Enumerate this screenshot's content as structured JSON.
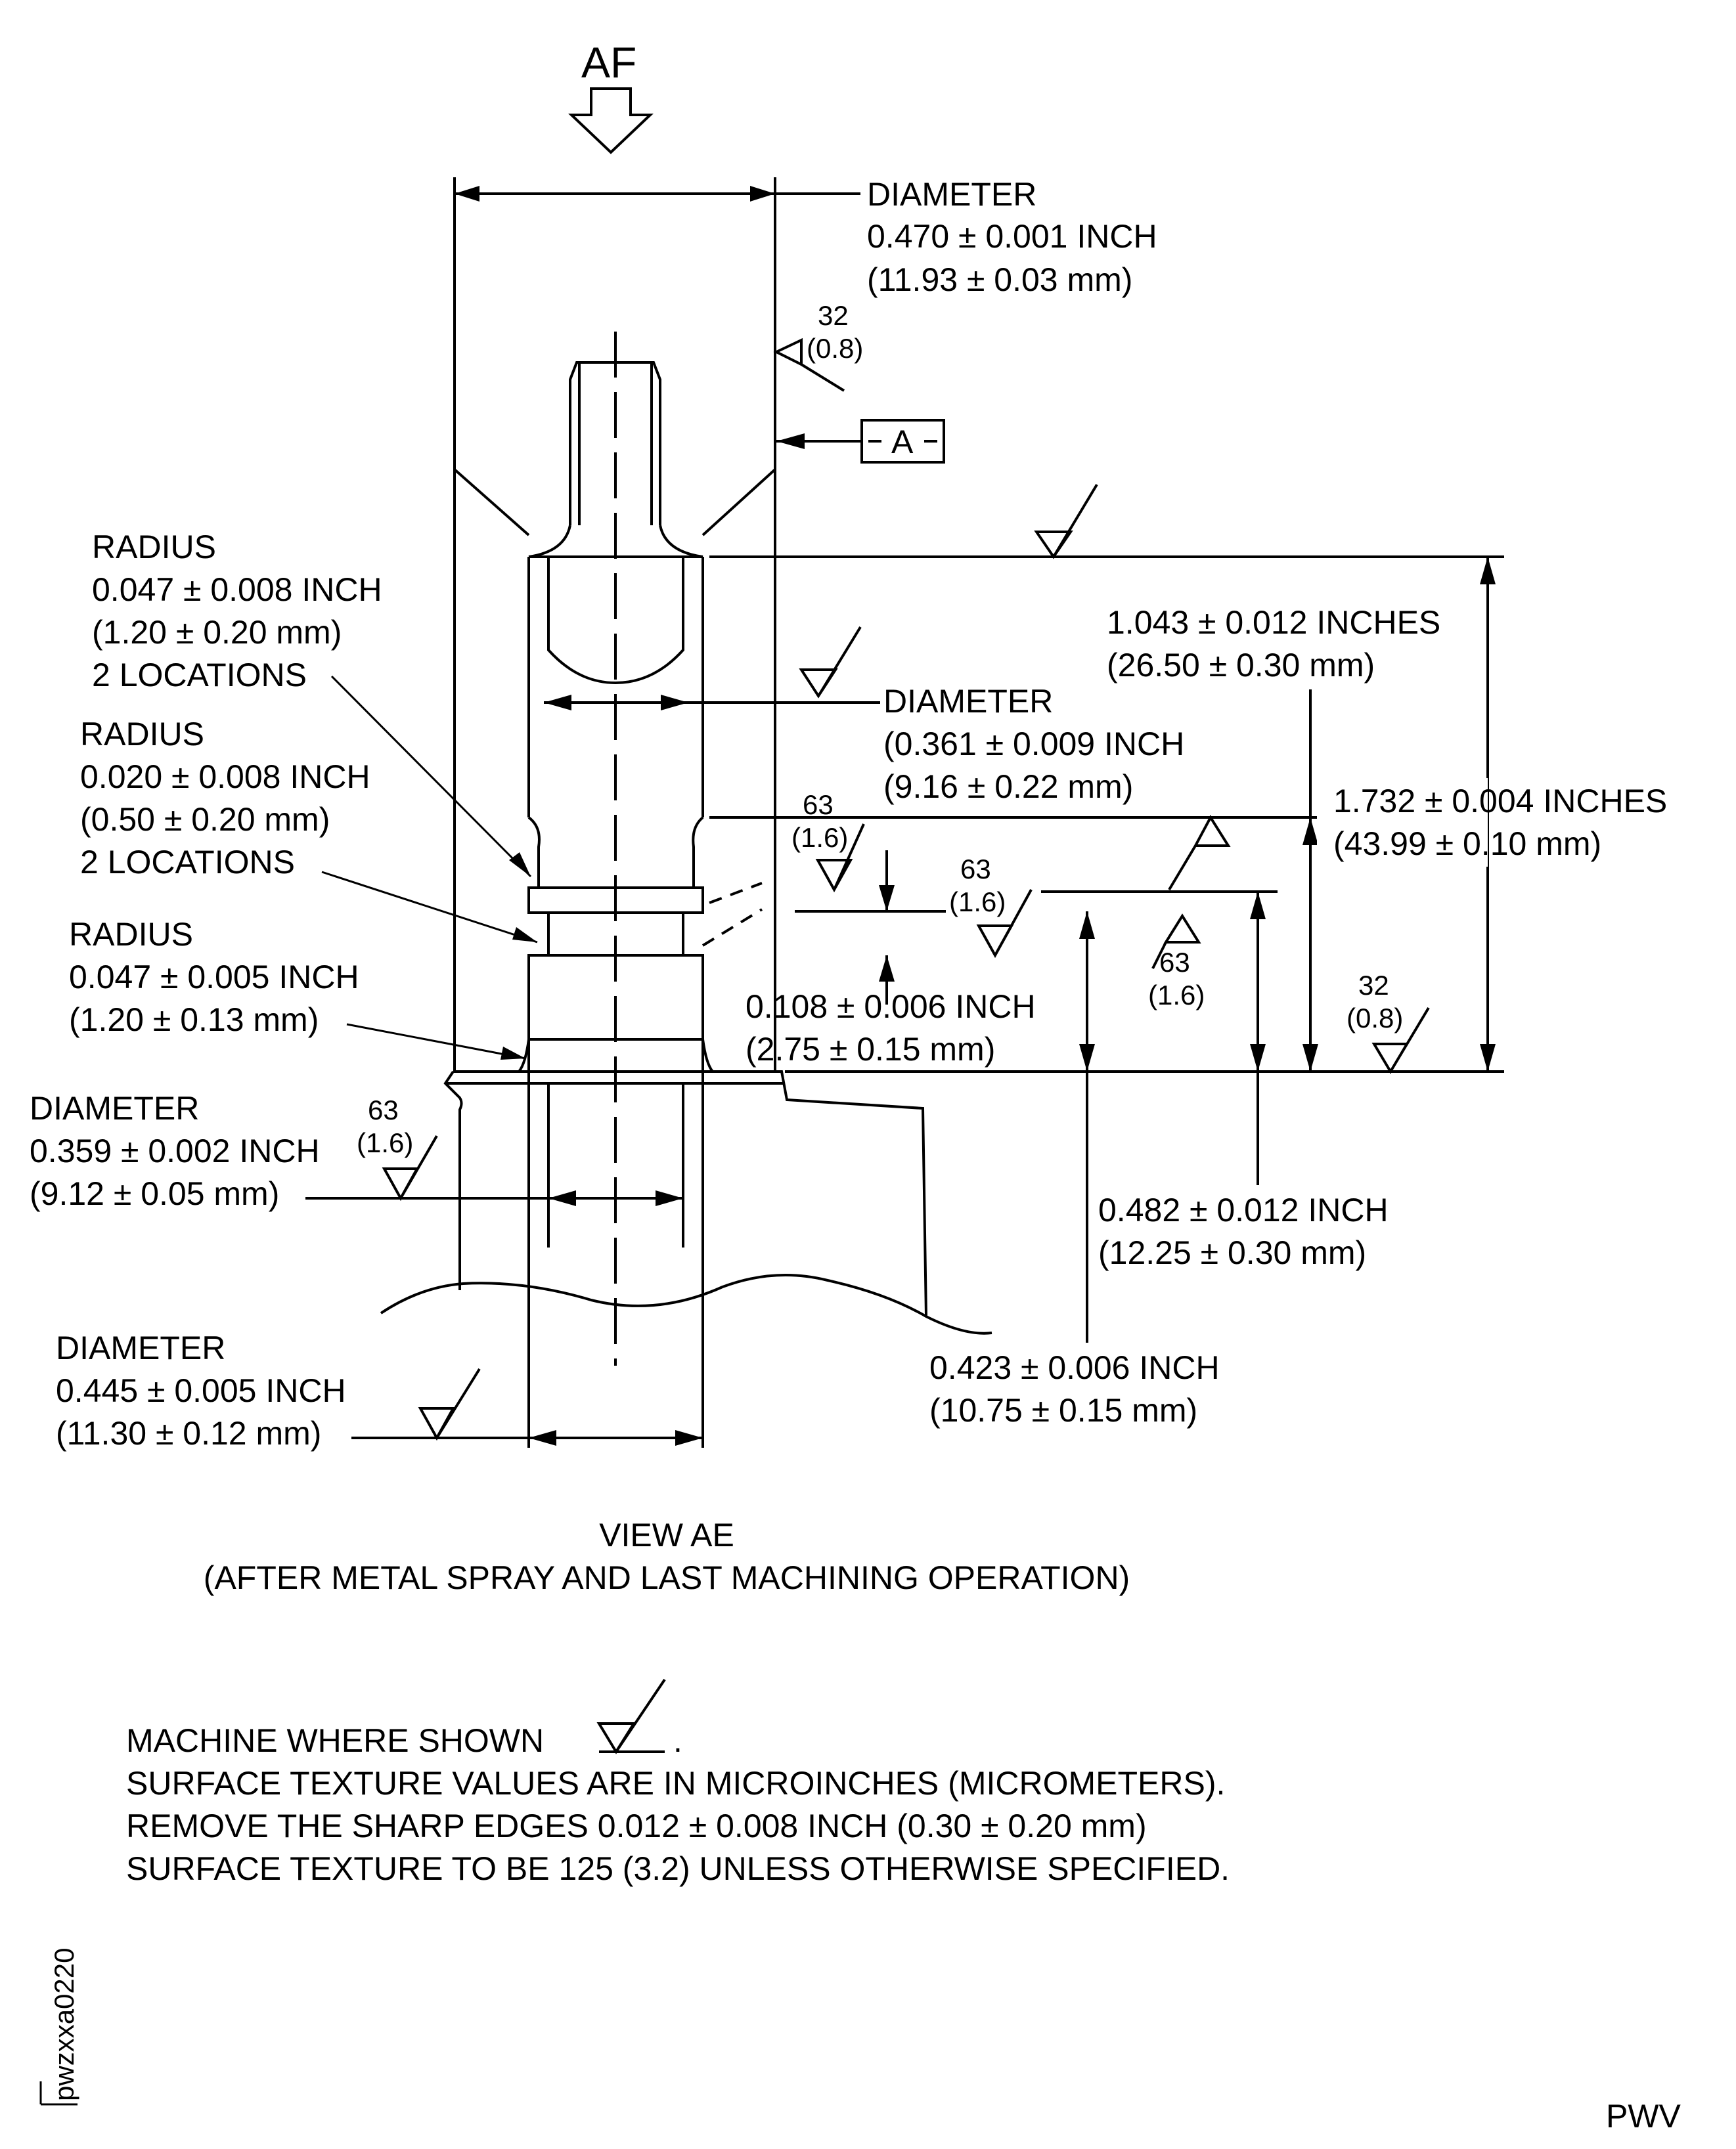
{
  "view_arrow": "AF",
  "datum": "A",
  "callouts": {
    "dia_top": [
      "DIAMETER",
      "0.470 ± 0.001 INCH",
      "(11.93 ± 0.03 mm)"
    ],
    "dia_mid": [
      "DIAMETER",
      "(0.361 ± 0.009 INCH",
      "(9.16 ± 0.22 mm)"
    ],
    "radius1": [
      "RADIUS",
      "0.047 ± 0.008 INCH",
      "(1.20 ± 0.20 mm)",
      "2 LOCATIONS"
    ],
    "radius2": [
      "RADIUS",
      "0.020 ± 0.008 INCH",
      "(0.50 ± 0.20 mm)",
      "2 LOCATIONS"
    ],
    "radius3": [
      "RADIUS",
      "0.047 ± 0.005 INCH",
      "(1.20 ± 0.13 mm)"
    ],
    "dia_359": [
      "DIAMETER",
      "0.359 ± 0.002 INCH",
      "(9.12 ± 0.05 mm)"
    ],
    "dia_445": [
      "DIAMETER",
      "0.445 ± 0.005 INCH",
      "(11.30 ± 0.12 mm)"
    ],
    "len_1043": [
      "1.043 ± 0.012 INCHES",
      "(26.50 ± 0.30 mm)"
    ],
    "len_1732": [
      "1.732 ± 0.004 INCHES",
      "(43.99 ± 0.10 mm)"
    ],
    "len_108": [
      "0.108 ± 0.006 INCH",
      "(2.75 ± 0.15 mm)"
    ],
    "len_482": [
      "0.482 ± 0.012 INCH",
      "(12.25 ± 0.30 mm)"
    ],
    "len_423": [
      "0.423 ± 0.006 INCH",
      "(10.75 ± 0.15 mm)"
    ]
  },
  "surface_marks": {
    "s32a": [
      "32",
      "(0.8)"
    ],
    "s63a": [
      "63",
      "(1.6)"
    ],
    "s63b": [
      "63",
      "(1.6)"
    ],
    "s63c": [
      "63",
      "(1.6)"
    ],
    "s32b": [
      "32",
      "(0.8)"
    ],
    "s63d": [
      "63",
      "(1.6)"
    ]
  },
  "view_title": [
    "VIEW AE",
    "(AFTER METAL SPRAY AND LAST MACHINING OPERATION)"
  ],
  "notes": [
    "MACHINE WHERE SHOWN",
    "SURFACE TEXTURE VALUES ARE IN MICROINCHES (MICROMETERS).",
    "REMOVE THE SHARP EDGES 0.012 ± 0.008 INCH (0.30 ± 0.20 mm)",
    "SURFACE TEXTURE TO BE 125 (3.2) UNLESS OTHERWISE SPECIFIED."
  ],
  "notes_period": ".",
  "figure_id": "pwzxxa0220",
  "footer_code": "PWV"
}
